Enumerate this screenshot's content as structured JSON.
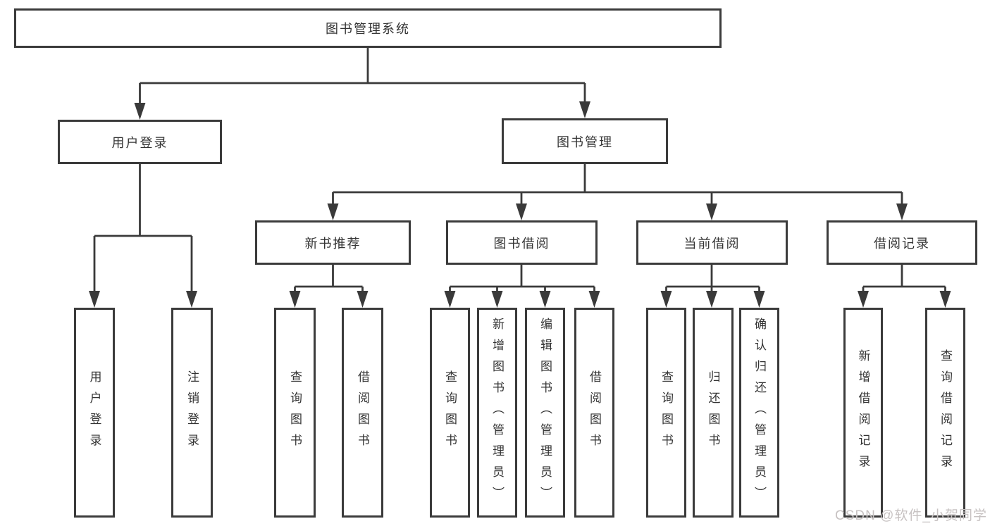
{
  "diagram": {
    "title": "图书管理系统",
    "watermark": "CSDN @软件_小贺同学",
    "colors": {
      "line": "#3a3a3a",
      "border": "#3b3b3b",
      "text": "#333333",
      "watermark": "#c7c2c2",
      "background": "#ffffff"
    },
    "tree": {
      "root": "图书管理系统",
      "branches": [
        {
          "label": "用户登录",
          "children": [
            "用户登录",
            "注销登录"
          ]
        },
        {
          "label": "图书管理",
          "children": [
            {
              "label": "新书推荐",
              "children": [
                "查询图书",
                "借阅图书"
              ]
            },
            {
              "label": "图书借阅",
              "children": [
                "查询图书",
                "新增图书（管理员）",
                "编辑图书（管理员）",
                "借阅图书"
              ]
            },
            {
              "label": "当前借阅",
              "children": [
                "查询图书",
                "归还图书",
                "确认归还（管理员）"
              ]
            },
            {
              "label": "借阅记录",
              "children": [
                "新增借阅记录",
                "查询借阅记录"
              ]
            }
          ]
        }
      ]
    }
  }
}
